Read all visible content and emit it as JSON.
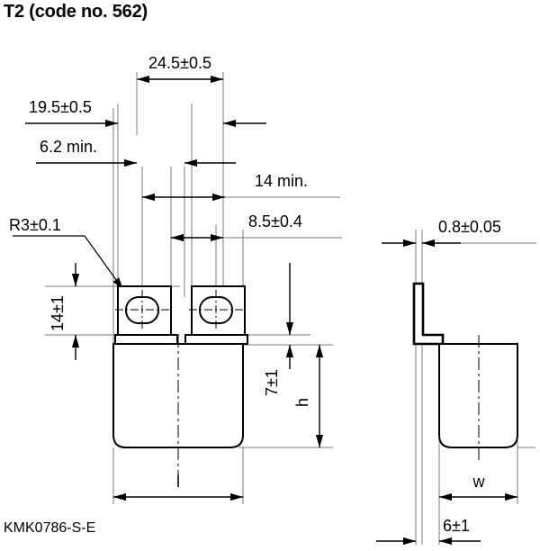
{
  "header": {
    "title": "T2 (code no. 562)"
  },
  "footer": {
    "drawing_code": "KMK0786-S-E"
  },
  "drawing": {
    "type": "mechanical-dimension-drawing",
    "views": [
      {
        "name": "front-view",
        "description": "Capacitor front view with two terminal tabs"
      },
      {
        "name": "side-view",
        "description": "Capacitor side view with L-shaped lead"
      }
    ],
    "line_color": "#000000",
    "thin_line_color": "#808080"
  },
  "dimensions": {
    "front": {
      "d_24_5": "24.5±0.5",
      "d_19_5": "19.5±0.5",
      "d_6_2": "6.2 min.",
      "d_14_min": "14 min.",
      "d_8_5": "8.5±0.4",
      "d_r3": "R3±0.1",
      "d_14_tol": "14±1",
      "d_7_tol": "7±1",
      "d_h": "h",
      "d_l": "l"
    },
    "side": {
      "d_0_8": "0.8±0.05",
      "d_w": "w",
      "d_6_tol": "6±1"
    }
  }
}
